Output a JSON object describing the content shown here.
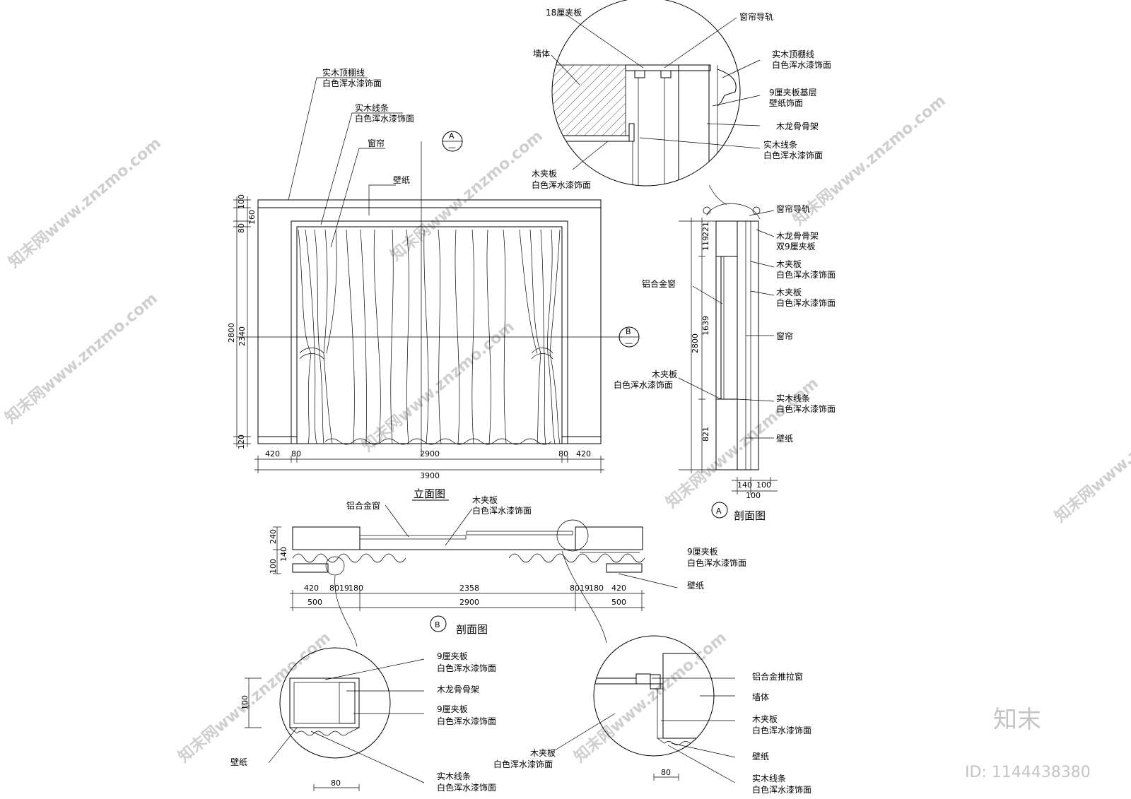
{
  "titles": {
    "elevation": "立面图",
    "section_a": "剖面图",
    "section_b": "剖面图"
  },
  "markers": {
    "a": "A",
    "b": "B",
    "dash": "—"
  },
  "elevation": {
    "labels": {
      "ceiling_line_1": "实木顶棚线",
      "ceiling_line_2": "白色浑水漆饰面",
      "wood_line_1": "实木线条",
      "wood_line_2": "白色浑水漆饰面",
      "curtain": "窗帘",
      "wallpaper": "壁纸"
    },
    "dims": {
      "v_100": "100",
      "v_160": "160",
      "v_80": "80",
      "v_2800": "2800",
      "v_2340": "2340",
      "v_120": "120",
      "h_420a": "420",
      "h_80a": "80",
      "h_2900": "2900",
      "h_80b": "80",
      "h_420b": "420",
      "h_3900": "3900"
    }
  },
  "detail_top": {
    "labels": {
      "ply18": "18厘夹板",
      "rail": "窗帘导轨",
      "wall": "墙体",
      "ceiling_1": "实木顶棚线",
      "ceiling_2": "白色浑水漆饰面",
      "ply9_1": "9厘夹板基层",
      "ply9_2": "壁纸饰面",
      "keel": "木龙骨骨架",
      "wood_1": "实木线条",
      "wood_2": "白色浑水漆饰面",
      "board_1": "木夹板",
      "board_2": "白色浑水漆饰面"
    }
  },
  "section_a": {
    "labels": {
      "rail": "窗帘导轨",
      "keel_1": "木龙骨骨架",
      "keel_2": "双9厘夹板",
      "board_a1": "木夹板",
      "board_a2": "白色浑水漆饰面",
      "window": "铝合金窗",
      "board_b1": "木夹板",
      "board_b2": "白色浑水漆饰面",
      "curtain": "窗帘",
      "board_c1": "木夹板",
      "board_c2": "白色浑水漆饰面",
      "wood_1": "实木线条",
      "wood_2": "白色浑水漆饰面",
      "wallpaper": "壁纸"
    },
    "dims": {
      "v_119": "119",
      "v_221": "221",
      "v_1639": "1639",
      "v_2800": "2800",
      "v_821": "821",
      "h_140": "140",
      "h_100a": "100",
      "h_100b": "100"
    }
  },
  "section_b": {
    "labels": {
      "window": "铝合金窗",
      "board_1": "木夹板",
      "board_2": "白色浑水漆饰面",
      "ply9_1": "9厘夹板",
      "ply9_2": "白色浑水漆饰面",
      "wallpaper": "壁纸"
    },
    "dims": {
      "v_240": "240",
      "v_140": "140",
      "v_100": "100",
      "h_420a": "420",
      "h_80a": "80",
      "h_19a": "19",
      "h_180a": "180",
      "h_2358": "2358",
      "h_80b": "80",
      "h_19b": "19",
      "h_180b": "180",
      "h_420b": "420",
      "h_500a": "500",
      "h_2900": "2900",
      "h_500b": "500"
    }
  },
  "detail_bl": {
    "labels": {
      "ply9a_1": "9厘夹板",
      "ply9a_2": "白色浑水漆饰面",
      "keel": "木龙骨骨架",
      "ply9b_1": "9厘夹板",
      "ply9b_2": "白色浑水漆饰面",
      "wallpaper": "壁纸",
      "wood_1": "实木线条",
      "wood_2": "白色浑水漆饰面"
    },
    "dims": {
      "v_100": "100",
      "h_80": "80"
    }
  },
  "detail_br": {
    "labels": {
      "sliding": "铝合金推拉窗",
      "wall": "墙体",
      "board_1": "木夹板",
      "board_2": "白色浑水漆饰面",
      "board_l1": "木夹板",
      "board_l2": "白色浑水漆饰面",
      "wallpaper": "壁纸",
      "wood_1": "实木线条",
      "wood_2": "白色浑水漆饰面"
    },
    "dims": {
      "h_80": "80"
    }
  },
  "watermark": {
    "site": "知末网www.znzmo.com",
    "brand": "知末",
    "id": "ID: 1144438380"
  }
}
